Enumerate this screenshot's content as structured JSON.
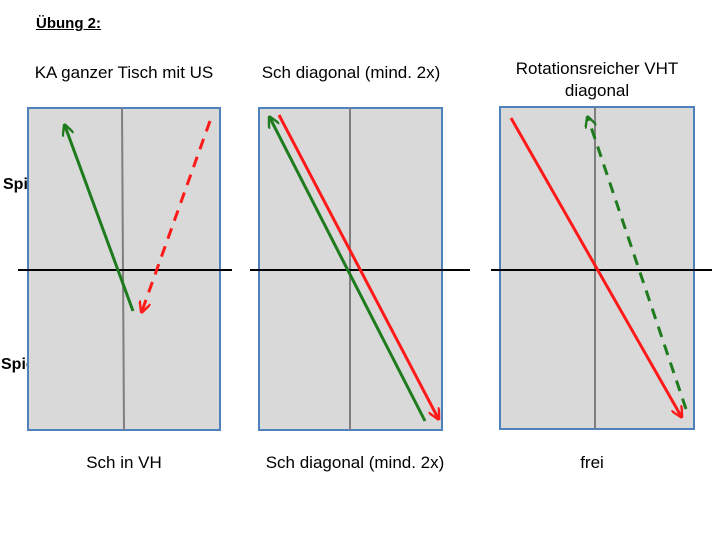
{
  "heading": "Übung 2:",
  "players": {
    "a": "Spieler A",
    "b": "Spieler B"
  },
  "columns": [
    {
      "title": "KA ganzer Tisch mit US",
      "caption": "Sch in VH"
    },
    {
      "title": "Sch diagonal (mind. 2x)",
      "caption": "Sch diagonal (mind. 2x)"
    },
    {
      "title": "Rotationsreicher VHT diagonal",
      "caption": "frei"
    }
  ],
  "colors": {
    "table_fill": "#d9d9d9",
    "table_border": "#4f81bd",
    "center_line": "#7f7f7f",
    "net": "#000000",
    "green": "#1e7b1e",
    "red": "#ff1a1a"
  }
}
